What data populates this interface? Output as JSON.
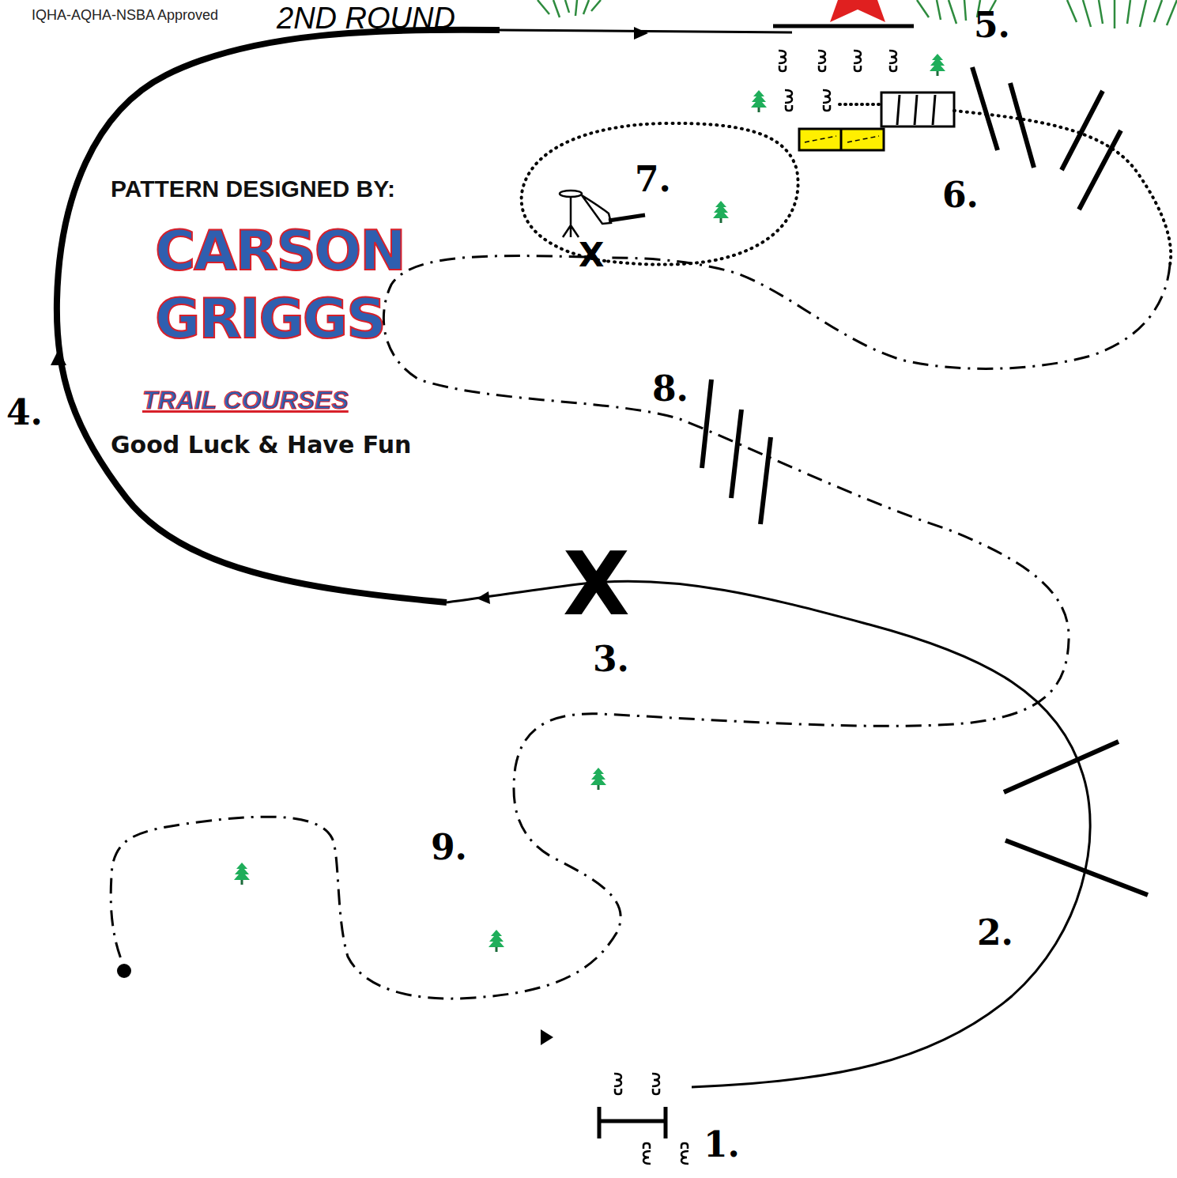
{
  "diagram": {
    "title": "2ND ROUND",
    "labels": [
      "IQHA-AQHA-NSBA Approved",
      "PATTERN DESIGNED BY:",
      "CARSON",
      "GRIGGS",
      "TRAIL COURSES",
      "Good Luck & Have Fun",
      "1.",
      "2.",
      "3.",
      "4.",
      "5.",
      "6.",
      "7.",
      "8.",
      "9.",
      "X",
      "X"
    ]
  }
}
